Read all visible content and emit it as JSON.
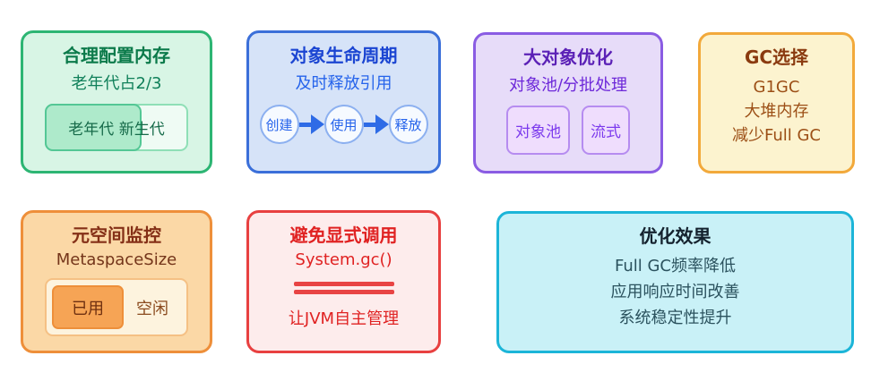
{
  "canvas": {
    "background": "#ffffff"
  },
  "cards": {
    "memory": {
      "title": "合理配置内存",
      "subtitle": "老年代占2/3",
      "bar_label": "老年代 新生代",
      "accent": "#2db573",
      "fill": "#d8f5e5"
    },
    "lifecycle": {
      "title": "对象生命周期",
      "subtitle": "及时释放引用",
      "steps": [
        "创建",
        "使用",
        "释放"
      ],
      "accent": "#3b6fd9",
      "fill": "#d6e3f8"
    },
    "large_object": {
      "title": "大对象优化",
      "subtitle": "对象池/分批处理",
      "chips": [
        "对象池",
        "流式"
      ],
      "accent": "#8a5ce3",
      "fill": "#e7dcf9"
    },
    "gc_choice": {
      "title": "GC选择",
      "lines": [
        "G1GC",
        "大堆内存",
        "减少Full GC"
      ],
      "accent": "#f2a93b",
      "fill": "#fcf3cf"
    },
    "metaspace": {
      "title": "元空间监控",
      "subtitle": "MetaspaceSize",
      "used_label": "已用",
      "free_label": "空闲",
      "accent": "#ee8f3a",
      "fill": "#fbd8a6"
    },
    "avoid_explicit": {
      "title": "避免显式调用",
      "code": "System.gc()",
      "note": "让JVM自主管理",
      "accent": "#e84040",
      "fill": "#fdecec"
    },
    "results": {
      "title": "优化效果",
      "lines": [
        "Full GC频率降低",
        "应用响应时间改善",
        "系统稳定性提升"
      ],
      "accent": "#1cb5d8",
      "fill": "#c9f1f7"
    }
  }
}
